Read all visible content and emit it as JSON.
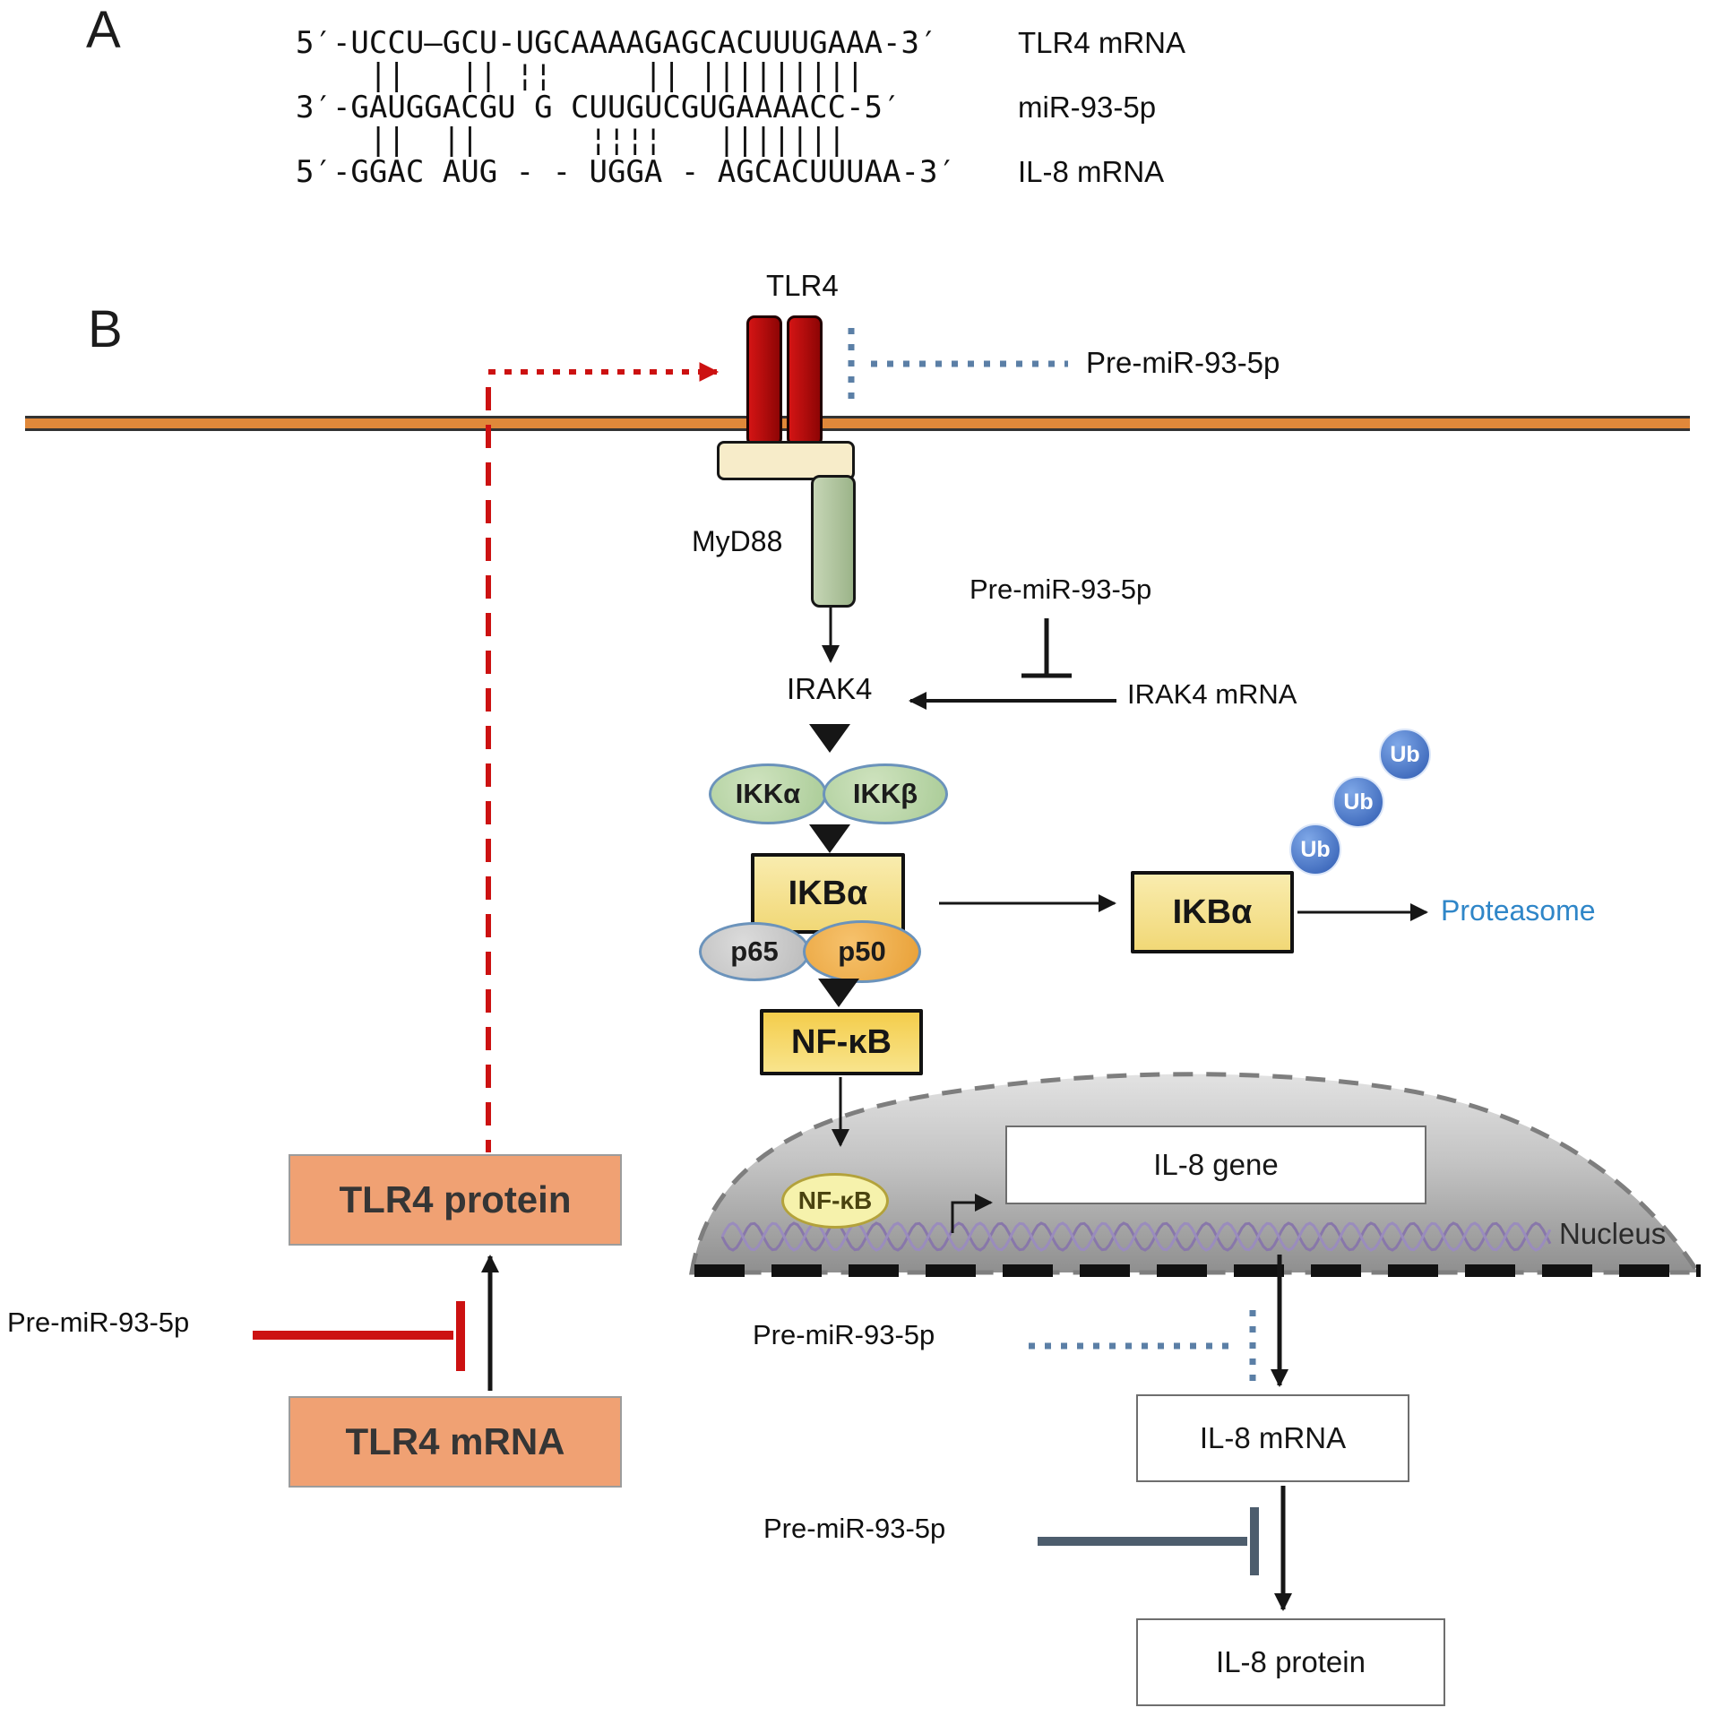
{
  "figure": {
    "panel_a_label": "A",
    "panel_b_label": "B"
  },
  "panel_a": {
    "rows": [
      {
        "seq": "5′-UCCU–GCU-UGCAAAAGAGCACUUUGAAA-3′",
        "label": "TLR4 mRNA"
      },
      {
        "bonds": "    ||   || ¦¦     || |||||||||"
      },
      {
        "seq": "3′-GAUGGACGU G CUUGUCGUGAAAACC-5′",
        "label": "miR-93-5p"
      },
      {
        "bonds": "    ||  ||      ¦¦¦¦   |||||||"
      },
      {
        "seq": "5′-GGAC AUG - - UGGA - AGCACUUUAA-3′",
        "label": "IL-8 mRNA"
      }
    ]
  },
  "panel_b": {
    "receptor_label": "TLR4",
    "pre_mir_receptor": "Pre-miR-93-5p",
    "myd88_label": "MyD88",
    "pre_mir_irak4": "Pre-miR-93-5p",
    "irak4_label": "IRAK4",
    "irak4_mrna_label": "IRAK4 mRNA",
    "ikk_alpha": "IKKα",
    "ikk_beta": "IKKβ",
    "ikb_alpha_1": "IKBα",
    "ikb_alpha_2": "IKBα",
    "p65": "p65",
    "p50": "p50",
    "ub": "Ub",
    "proteasome": "Proteasome",
    "nfkb_box": "NF-κB",
    "nfkb_nucleus": "NF-κB",
    "il8_gene": "IL-8 gene",
    "nucleus_label": "Nucleus",
    "pre_mir_il8_mrna": "Pre-miR-93-5p",
    "il8_mrna": "IL-8 mRNA",
    "pre_mir_il8_protein": "Pre-miR-93-5p",
    "il8_protein": "IL-8 protein",
    "tlr4_protein": "TLR4 protein",
    "pre_mir_tlr4": "Pre-miR-93-5p",
    "tlr4_mrna": "TLR4 mRNA"
  },
  "colors": {
    "membrane_orange": "#e0883a",
    "receptor_red": "#bf0f0f",
    "myd88_green": "#b5cba4",
    "ikk_green": "#bad8a9",
    "ikb_yellow": "#f6e194",
    "p65_gray": "#cbcbcb",
    "p50_orange": "#f0ac4a",
    "ub_blue": "#2f5fb8",
    "proteasome_text_blue": "#2f86c8",
    "inhibit_red": "#cc1111",
    "pre_mir_dotted_blue": "#5b7fa6",
    "pre_mir_dark_slate": "#4d5d6d",
    "protein_box_orange": "#f0a173",
    "nucleus_gray": "#b9b9b9"
  }
}
